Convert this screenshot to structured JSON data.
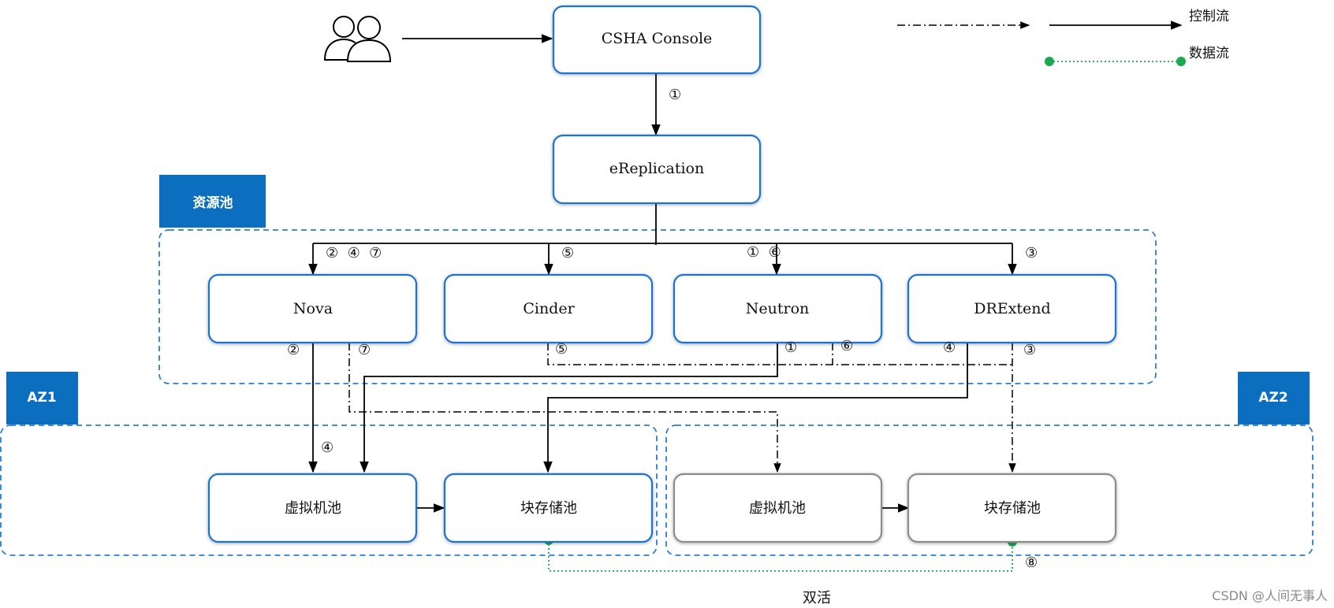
{
  "colors": {
    "node_border": "#1a73d1",
    "node_border_inactive": "#8c8c8c",
    "zone_dash": "#2a7fd4",
    "zone_label_bg": "#0b6ebf",
    "zone_label_text": "#ffffff",
    "control_flow": "#000000",
    "data_flow": "#1aa850"
  },
  "legend": {
    "control_flow_label": "控制流",
    "data_flow_label": "数据流"
  },
  "users_icon": "users-icon",
  "nodes": {
    "csha_console": "CSHA Console",
    "ereplication": "eReplication",
    "nova": "Nova",
    "cinder": "Cinder",
    "neutron": "Neutron",
    "drextend": "DRExtend",
    "az1_vm_pool": "虚拟机池",
    "az1_block_pool": "块存储池",
    "az2_vm_pool": "虚拟机池",
    "az2_block_pool": "块存储池"
  },
  "zones": {
    "resource_pool": "资源池",
    "az1": "AZ1",
    "az2": "AZ2"
  },
  "step_markers": {
    "console_to_ereplication": "①",
    "ereplication_to_nova": "②  ④  ⑦",
    "ereplication_to_cinder": "⑤",
    "ereplication_to_neutron": "①  ⑥",
    "ereplication_to_drextend": "③",
    "nova_out_control": "②",
    "nova_out_data": "⑦",
    "cinder_out": "⑤",
    "neutron_out_control": "①",
    "neutron_out_data": "⑥",
    "drextend_out_control": "④",
    "drextend_out_data": "③",
    "az1_vm_in": "④",
    "active_active_link": "⑧"
  },
  "active_active_label": "双活",
  "watermark": "CSDN @人间无事人"
}
